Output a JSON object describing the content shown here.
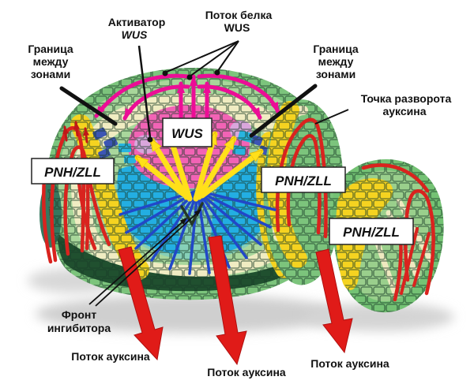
{
  "figure": {
    "description_type": "shoot-apical-meristem-diagram"
  },
  "annotations": {
    "activator": {
      "line1": "Активатор",
      "line2": "WUS"
    },
    "protein_flow": {
      "line1": "Поток белка",
      "line2": "WUS"
    },
    "boundary_left": {
      "line1": "Граница",
      "line2": "между",
      "line3": "зонами"
    },
    "boundary_right": {
      "line1": "Граница",
      "line2": "между",
      "line3": "зонами"
    },
    "auxin_turn_point": {
      "line1": "Точка разворота",
      "line2": "ауксина"
    },
    "inhibitor_front": {
      "line1": "Фронт",
      "line2": "ингибитора"
    },
    "auxin_flow_left": "Поток ауксина",
    "auxin_flow_center": "Поток ауксина",
    "auxin_flow_right": "Поток ауксина"
  },
  "gene_boxes": {
    "wus": "WUS",
    "pnh_left": "PNH/ZLL",
    "pnh_middle": "PNH/ZLL",
    "pnh_right": "PNH/ZLL"
  },
  "colors": {
    "magenta": "#EC0D96",
    "pink_zone": "#F263B5",
    "lavender": "#D9A6DC",
    "yellow_arrow": "#FFE01A",
    "auxin_red": "#D9231E",
    "big_arrow_red": "#E01B18",
    "small_arrow_red": "#C01818",
    "cyan": "#23AEE2",
    "teal": "#86D0B8",
    "blue_vein": "#2148C8",
    "blue_cell": "#3C55B4",
    "outer_green": "#7CC47C",
    "inner_green": "#A8D69A",
    "cream": "#F0ECC2",
    "yellow_band": "#F5D320",
    "dark_band": "#20502F",
    "label_black": "#111111"
  }
}
